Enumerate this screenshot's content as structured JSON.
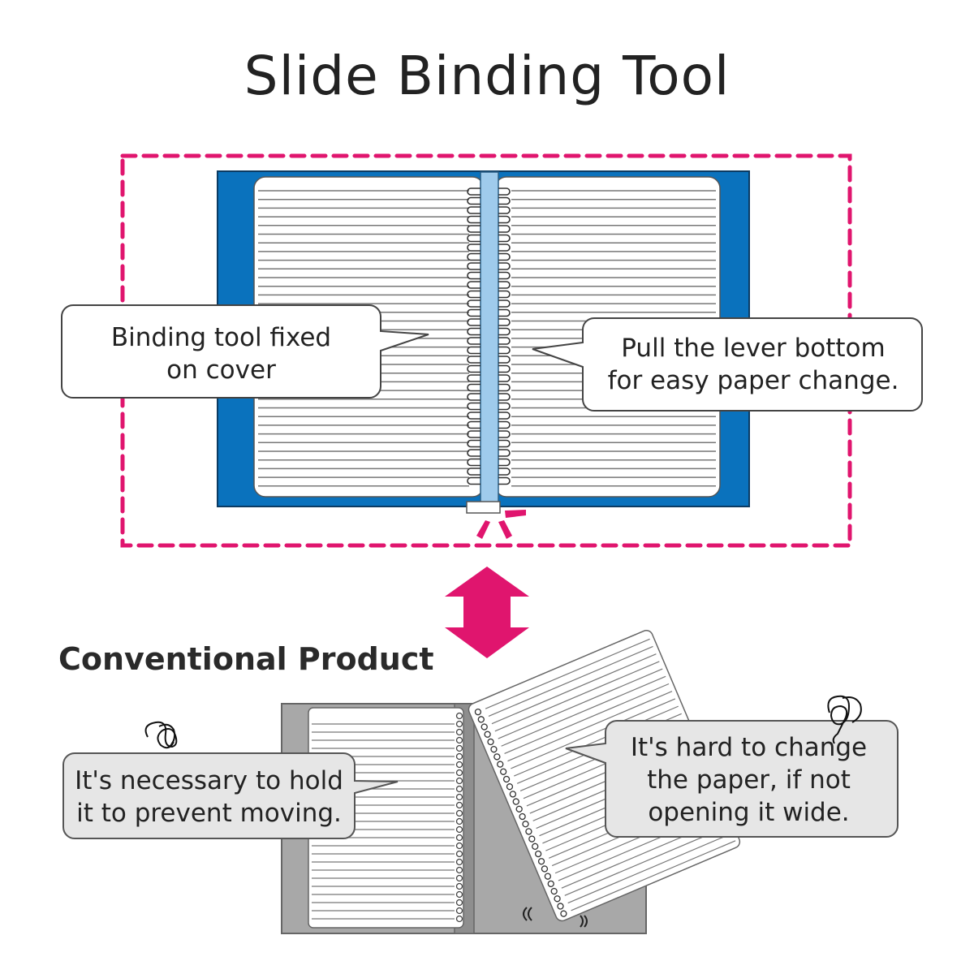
{
  "title": "Slide Binding Tool",
  "conventional_title": "Conventional Product",
  "callouts": {
    "binding_fixed": [
      "Binding tool fixed",
      "on cover"
    ],
    "pull_lever": [
      "Pull the lever bottom",
      "for easy paper change."
    ],
    "hold_prevent": [
      "It's necessary to hold",
      "it to prevent moving."
    ],
    "hard_change": [
      "It's hard to change",
      "the paper, if not",
      "opening it wide."
    ]
  },
  "colors": {
    "accent": "#e0156e",
    "cover_blue": "#0a72bd",
    "spine_blue": "#9fcbec",
    "gray_cover": "#a8a8a8",
    "bubble_gray": "#e6e6e6"
  },
  "icons": {
    "double_arrow": "vertical-double-arrow-icon",
    "scribble": "frustration-scribble-icon"
  }
}
